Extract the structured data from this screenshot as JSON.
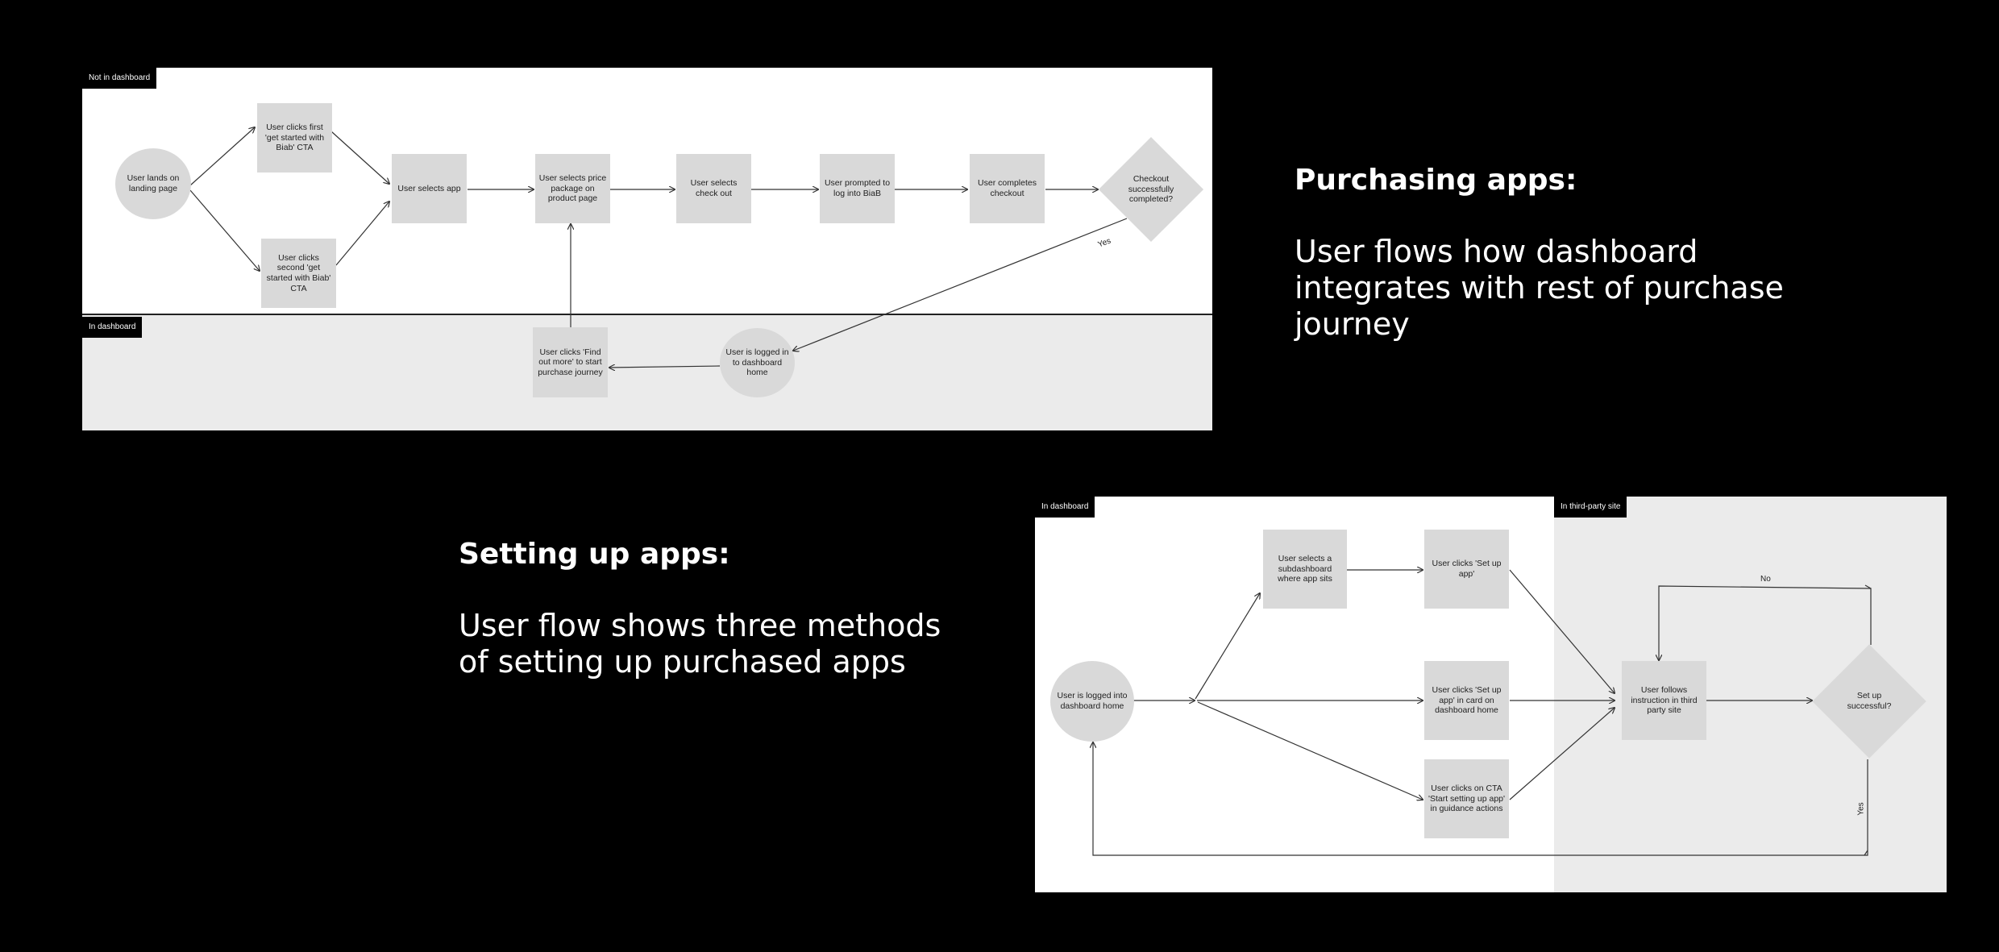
{
  "purchasing": {
    "title": "Purchasing apps:",
    "description": "User flows how dashboard integrates with rest of purchase journey",
    "zones": {
      "top": "Not in dashboard",
      "bottom": "In dashboard"
    },
    "nodes": {
      "landing": "User lands on landing page",
      "cta1": "User clicks first 'get started with Biab' CTA",
      "cta2": "User clicks second 'get started with Biab' CTA",
      "select_app": "User selects app",
      "price": "User selects price package on product page",
      "checkout": "User selects check out",
      "login": "User prompted to log into BiaB",
      "complete": "User completes checkout",
      "decision": "Checkout successfully completed?",
      "logged_in": "User is logged in to dashboard home",
      "find_out": "User clicks 'Find out more' to start purchase journey"
    },
    "edge_labels": {
      "yes": "Yes"
    }
  },
  "setup": {
    "title": "Setting up apps:",
    "description": "User flow shows three methods of setting up purchased apps",
    "zones": {
      "left": "In dashboard",
      "right": "In third-party site"
    },
    "nodes": {
      "logged_in": "User is logged into dashboard home",
      "subdash": "User selects a subdashboard where app sits",
      "setup_app": "User clicks 'Set up app'",
      "setup_card": "User clicks 'Set up app' in card on dashboard home",
      "guidance": "User clicks on CTA 'Start setting up app' in guidance actions",
      "follows": "User follows instruction in third party site",
      "decision": "Set up successful?"
    },
    "edge_labels": {
      "no": "No",
      "yes": "Yes"
    }
  }
}
